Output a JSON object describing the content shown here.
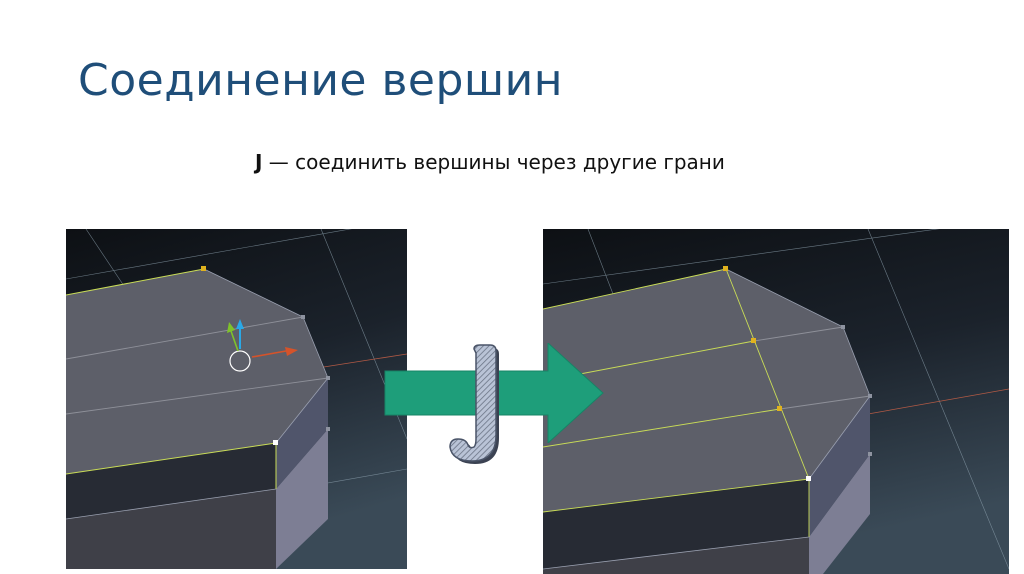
{
  "slide": {
    "title": "Соединение вершин",
    "subtitle_key": "J",
    "subtitle_text": " — соединить вершины через другие грани"
  },
  "figures": {
    "before": {
      "description": "3D viewport: mesh with selected vertices and transform gizmo, before join"
    },
    "after": {
      "description": "3D viewport: mesh with new edge connecting vertices across faces, after join"
    },
    "arrow": {
      "label": "J",
      "color": "#1e9e7a"
    }
  },
  "colors": {
    "title": "#1f4e79",
    "viewport_bg_top": "#0f1216",
    "viewport_bg_bottom": "#34424f",
    "face_top": "#5c5e68",
    "face_side": "#4d5168",
    "face_light": "#7c7d93",
    "face_dark": "#262a33",
    "edge_selected": "#c9dc57",
    "vertex_selected": "#e0b21e",
    "arrow": "#1e9e7a"
  }
}
